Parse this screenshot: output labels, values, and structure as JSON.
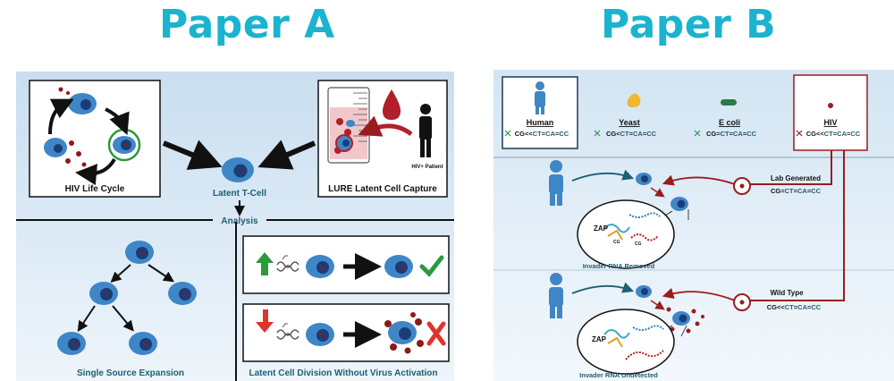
{
  "titles": {
    "paper_a": "Paper A",
    "paper_b": "Paper B"
  },
  "paper_a": {
    "hiv_life_cycle": "HIV Life Cycle",
    "latent_t_cell": "Latent T-Cell",
    "lure_capture": "LURE Latent Cell Capture",
    "hiv_patient": "HIV+ Patient",
    "analysis": "Analysis",
    "single_source_expansion": "Single Source Expansion",
    "latent_division": "Latent Cell Division Without Virus Activation"
  },
  "paper_b": {
    "organisms": [
      {
        "name": "Human",
        "seq": [
          "CG",
          "<<",
          "CT",
          "=",
          "CA",
          "=",
          "CC"
        ]
      },
      {
        "name": "Yeast",
        "seq": [
          "CG",
          "<",
          "CT",
          "=",
          "CA",
          "=",
          "CC"
        ]
      },
      {
        "name": "E coli",
        "seq": [
          "CG",
          "=",
          "CT",
          "=",
          "CA",
          "=",
          "CC"
        ]
      },
      {
        "name": "HIV",
        "seq": [
          "CG",
          "<<",
          "CT",
          "=",
          "CA",
          "=",
          "CC"
        ]
      }
    ],
    "lab_generated": "Lab Generated",
    "lab_seq": [
      "CG",
      "=",
      "CT",
      "=",
      "CA",
      "=",
      "CC"
    ],
    "wild_type": "Wild Type",
    "wild_seq": [
      "CG",
      "<<",
      "CT",
      "=",
      "CA",
      "=",
      "CC"
    ],
    "zap_1": "ZAP",
    "zap_2": "ZAP",
    "cg_tag_1": "CG",
    "cg_tag_2": "CG",
    "invader_removed": "Invader RNA Removed",
    "invader_undetected": "Invader RNA Undetected"
  },
  "colors": {
    "title": "#1bb3cf",
    "panel_bg": "#dcebf6",
    "cell": "#3f86c6",
    "nucleus": "#1a3d78",
    "virus": "#8b1a1a",
    "dark_red": "#9a1c1f",
    "teal_arrow": "#1d5f73",
    "green": "#2a9a3c",
    "red_x": "#e0322e"
  }
}
